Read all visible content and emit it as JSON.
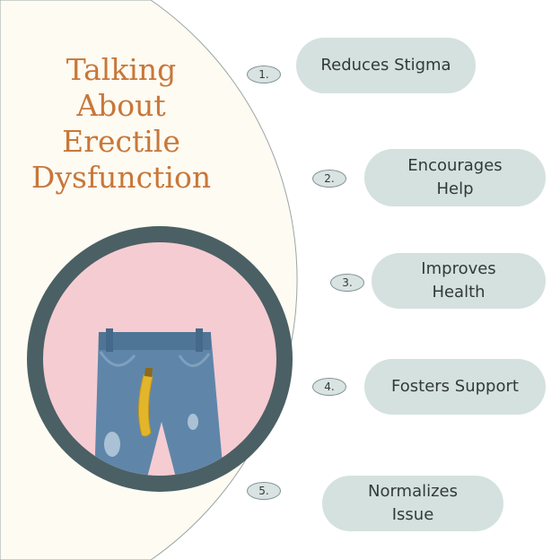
{
  "title_lines": [
    "Talking",
    "About",
    "Erectile",
    "Dysfunction"
  ],
  "colors": {
    "title": "#c8773a",
    "cream_panel": "#fdfbf2",
    "ring": "#4b6064",
    "backdrop_pink": "#f5ccd2",
    "denim": "#5f86a9",
    "banana": "#e3b52a",
    "pill": "#d4e1df",
    "badge": "#d8e3e2"
  },
  "photo": {
    "description_icon": "jeans-with-banana-photo"
  },
  "steps": [
    {
      "number": "1.",
      "label": "Reduces Stigma"
    },
    {
      "number": "2.",
      "label": "Encourages\nHelp"
    },
    {
      "number": "3.",
      "label": "Improves\nHealth"
    },
    {
      "number": "4.",
      "label": "Fosters Support"
    },
    {
      "number": "5.",
      "label": "Normalizes\nIssue"
    }
  ]
}
